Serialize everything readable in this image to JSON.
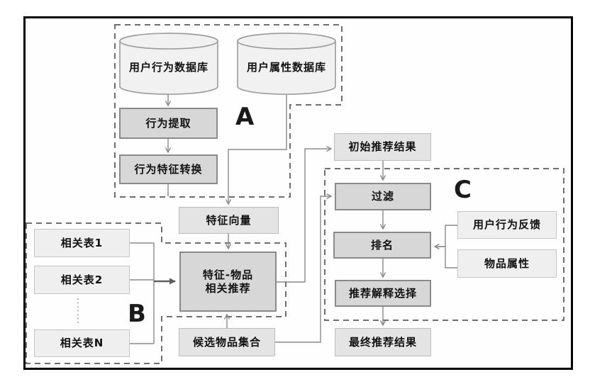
{
  "palette": {
    "process_fill": "#d7d7d7",
    "process_border": "#8a8a8a",
    "data_fill": "#e4e4e4",
    "source_fill": "#efefef"
  },
  "regions": {
    "a_label": "A",
    "b_label": "B",
    "c_label": "C"
  },
  "nodes": {
    "user_behavior_db": "用户行为数据库",
    "user_attribute_db": "用户属性数据库",
    "behavior_extraction": "行为提取",
    "behavior_feature_transform": "行为特征转换",
    "feature_vector": "特征向量",
    "feature_item_line1": "特征-物品",
    "feature_item_line2": "相关推荐",
    "related_table_1": "相关表1",
    "related_table_2": "相关表2",
    "related_table_n": "相关表N",
    "candidate_item_set": "候选物品集合",
    "initial_result": "初始推荐结果",
    "filter": "过滤",
    "ranking": "排名",
    "explanation_selection": "推荐解释选择",
    "final_result": "最终推荐结果",
    "user_behavior_feedback": "用户行为反馈",
    "item_attributes": "物品属性"
  }
}
